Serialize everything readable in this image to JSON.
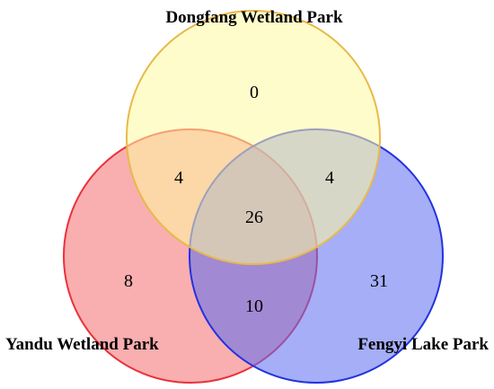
{
  "sets": [
    {
      "id": "top",
      "name": "Dongfang Wetland Park",
      "fill": "#fffaa0",
      "stroke": "#e8b94a"
    },
    {
      "id": "left",
      "name": "Yandu Wetland Park",
      "fill": "#f46b70",
      "stroke": "#e8323a"
    },
    {
      "id": "right",
      "name": "Fengyi Lake Park",
      "fill": "#5b6cf0",
      "stroke": "#2233dd"
    }
  ],
  "regions": {
    "top_only": "0",
    "left_only": "8",
    "right_only": "31",
    "top_left": "4",
    "top_right": "4",
    "left_right": "10",
    "all": "26"
  }
}
